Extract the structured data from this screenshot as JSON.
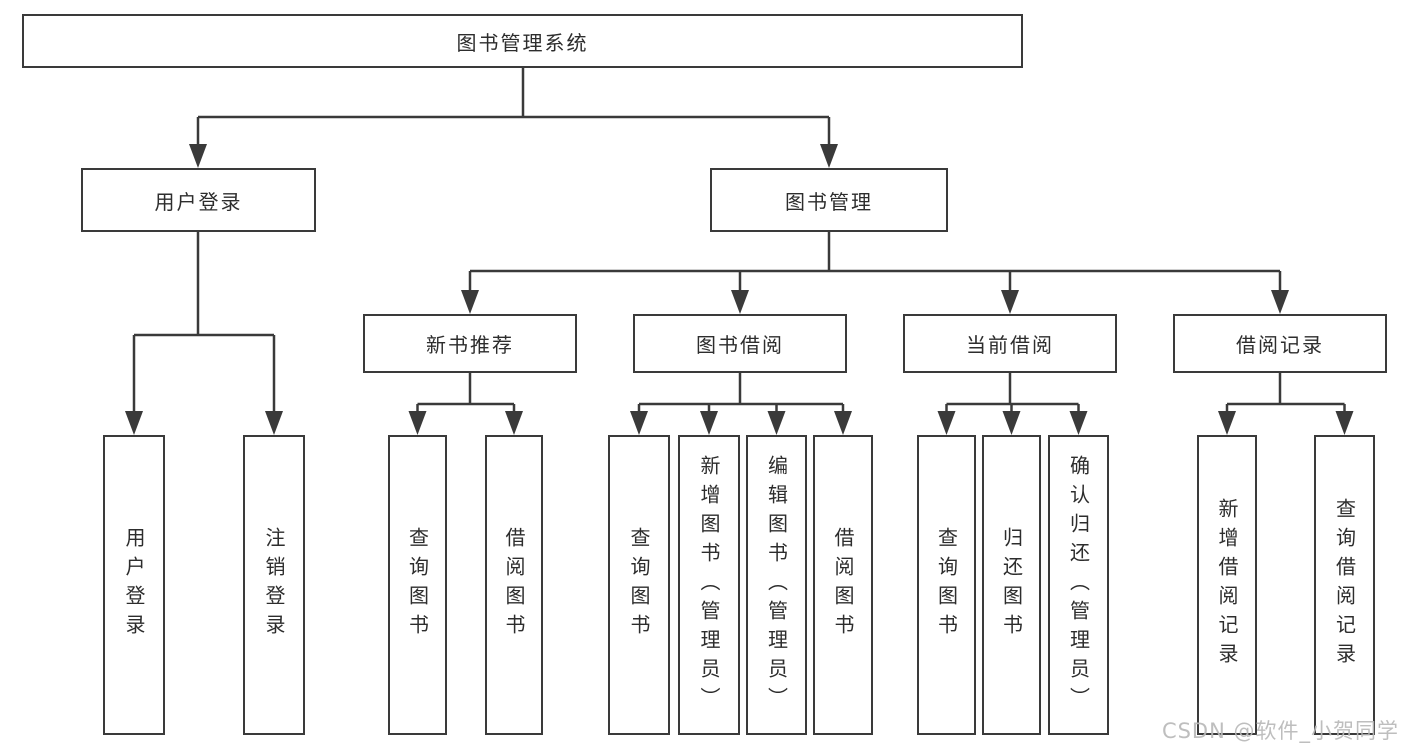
{
  "tree": {
    "root": {
      "label": "图书管理系统",
      "children": [
        {
          "label": "用户登录",
          "children": [
            {
              "label": "用户登录"
            },
            {
              "label": "注销登录"
            }
          ]
        },
        {
          "label": "图书管理",
          "children": [
            {
              "label": "新书推荐",
              "children": [
                {
                  "label": "查询图书"
                },
                {
                  "label": "借阅图书"
                }
              ]
            },
            {
              "label": "图书借阅",
              "children": [
                {
                  "label": "查询图书"
                },
                {
                  "label": "新增图书（管理员）"
                },
                {
                  "label": "编辑图书（管理员）"
                },
                {
                  "label": "借阅图书"
                }
              ]
            },
            {
              "label": "当前借阅",
              "children": [
                {
                  "label": "查询图书"
                },
                {
                  "label": "归还图书"
                },
                {
                  "label": "确认归还（管理员）"
                }
              ]
            },
            {
              "label": "借阅记录",
              "children": [
                {
                  "label": "新增借阅记录"
                },
                {
                  "label": "查询借阅记录"
                }
              ]
            }
          ]
        }
      ]
    }
  },
  "watermark": {
    "text": "CSDN @软件_小贺同学"
  },
  "colors": {
    "line": "#3a3a3a",
    "box_border": "#3a3a3a",
    "text": "#2d2d2d",
    "background": "#ffffff",
    "watermark": "#b9b9b9"
  }
}
